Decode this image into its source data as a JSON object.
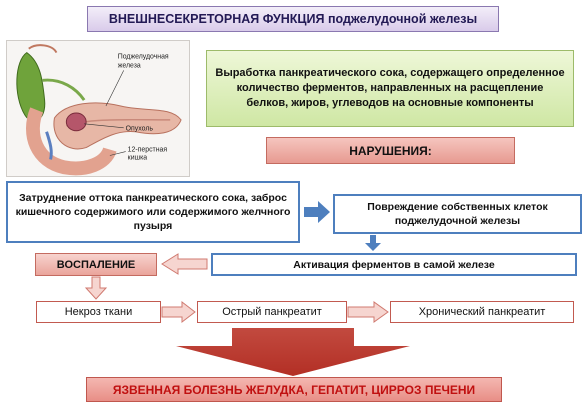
{
  "title": {
    "part1": "ВНЕШНЕСЕКРЕТОРНАЯ ФУНКЦИЯ",
    "part2": "поджелудочной железы"
  },
  "illustration": {
    "label_pancreas": "Поджелудочная железа",
    "label_tumor": "Опухоль",
    "label_duodenum": "12-перстная кишка"
  },
  "description": "Выработка панкреатического сока, содержащего определенное количество ферментов, направленных на расщепление белков, жиров, углеводов на основные компоненты",
  "disorders_header": "НАРУШЕНИЯ:",
  "cause_left": "Затруднение оттока  панкреатического сока, заброс кишечного содержимого или содержимого желчного пузыря",
  "cause_right": "Повреждение собственных клеток поджелудочной железы",
  "activation": "Активация ферментов в самой железе",
  "inflammation": "ВОСПАЛЕНИЕ",
  "chain": {
    "necrosis": "Некроз ткани",
    "acute": "Острый панкреатит",
    "chronic": "Хронический панкреатит"
  },
  "result": "ЯЗВЕННАЯ БОЛЕЗНЬ ЖЕЛУДКА, ГЕПАТИТ, ЦИРРОЗ ПЕЧЕНИ",
  "colors": {
    "title_bg": "#d9cbea",
    "desc_bg": "#cfe7a4",
    "alert_bg": "#e79a91",
    "blue_border": "#4e7fbe",
    "result_text": "#c01010",
    "big_arrow": "#c0392b"
  }
}
